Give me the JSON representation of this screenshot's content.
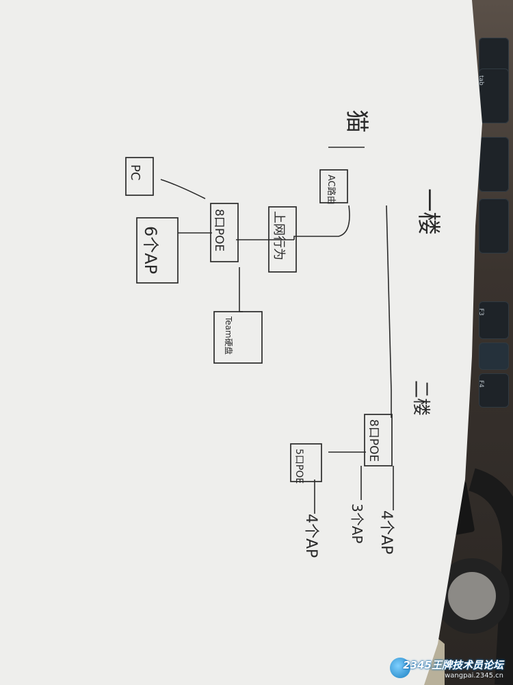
{
  "photo": {
    "subject": "handwritten network diagram on paper",
    "colors": {
      "paper": "#f1f1ef",
      "ink": "#2a2a2a",
      "desk": "#2c2a28"
    }
  },
  "diagram": {
    "floor1_label": "一楼",
    "floor2_label": "二楼",
    "source_label": "猫",
    "router_label": "AC路由",
    "switch_center_label": "上网行为",
    "poe_left_label": "8口POE",
    "pc_label": "PC",
    "cams_left_label": "6个AP",
    "nas_label": "Team硬盘",
    "poe_right_label": "8口POE",
    "sw_small_label": "5口POE",
    "cams_mid_label": "3个AP",
    "ap_label": "4个AP",
    "cams_right_label": "4个AP"
  },
  "keyboard": {
    "keys": [
      "tab",
      "F3",
      "F4"
    ]
  },
  "watermark": {
    "title": "2345王牌技术员论坛",
    "url": "wangpai.2345.cn"
  }
}
